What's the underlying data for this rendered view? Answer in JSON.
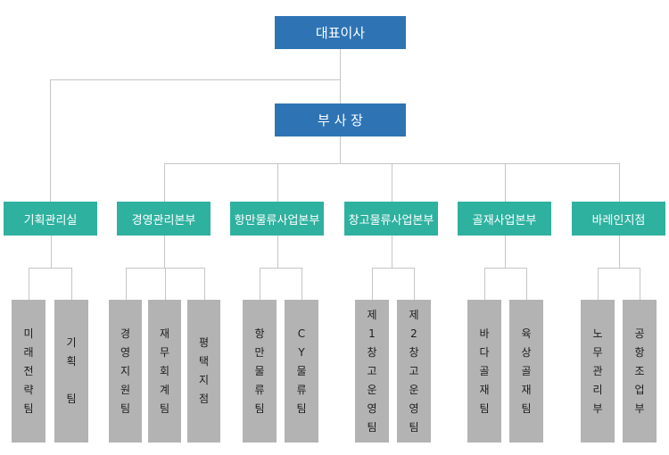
{
  "org": {
    "ceo": "대표이사",
    "vp": "부 사 장",
    "departments": [
      {
        "name": "기획관리실",
        "teams": [
          {
            "chars": [
              "미",
              "래",
              "전",
              "략",
              "팀"
            ]
          },
          {
            "chars": [
              "기",
              "획",
              "",
              "팀"
            ]
          }
        ]
      },
      {
        "name": "경영관리본부",
        "teams": [
          {
            "chars": [
              "경",
              "영",
              "지",
              "원",
              "팀"
            ]
          },
          {
            "chars": [
              "재",
              "무",
              "회",
              "계",
              "팀"
            ]
          },
          {
            "chars": [
              "평",
              "택",
              "지",
              "점"
            ]
          }
        ]
      },
      {
        "name": "항만물류사업본부",
        "teams": [
          {
            "chars": [
              "항",
              "만",
              "물",
              "류",
              "팀"
            ]
          },
          {
            "chars": [
              "C",
              "Y",
              "물",
              "류",
              "팀"
            ]
          }
        ]
      },
      {
        "name": "창고물류사업본부",
        "teams": [
          {
            "chars": [
              "제",
              "1",
              "창",
              "고",
              "운",
              "영",
              "팀"
            ]
          },
          {
            "chars": [
              "제",
              "2",
              "창",
              "고",
              "운",
              "영",
              "팀"
            ]
          }
        ]
      },
      {
        "name": "골재사업본부",
        "teams": [
          {
            "chars": [
              "바",
              "다",
              "골",
              "재",
              "팀"
            ]
          },
          {
            "chars": [
              "육",
              "상",
              "골",
              "재",
              "팀"
            ]
          }
        ]
      },
      {
        "name": "바레인지점",
        "teams": [
          {
            "chars": [
              "노",
              "무",
              "관",
              "리",
              "부"
            ]
          },
          {
            "chars": [
              "공",
              "항",
              "조",
              "업",
              "부"
            ]
          }
        ]
      }
    ]
  }
}
